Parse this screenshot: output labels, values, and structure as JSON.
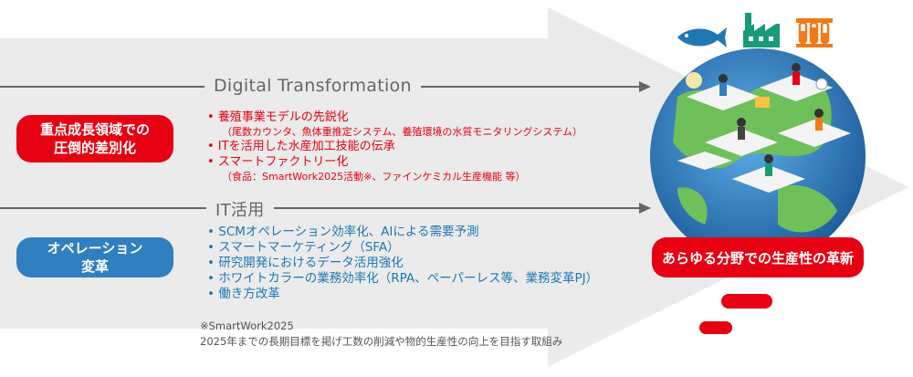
{
  "colors": {
    "accent_red": "#e60012",
    "accent_blue": "#2f7fc1",
    "arrow_gray": "#ebebeb",
    "line_gray": "#666666"
  },
  "sections": [
    {
      "title": "Digital Transformation",
      "label_lines": [
        "重点成長領域での",
        "圧倒的差別化"
      ],
      "items": [
        {
          "text": "• 養殖事業モデルの先鋭化",
          "sub": "（尾数カウンタ、魚体重推定システム、養殖環境の水質モニタリングシステム）"
        },
        {
          "text": "• ITを活用した水産加工技能の伝承",
          "sub": ""
        },
        {
          "text": "• スマートファクトリー化",
          "sub": "（食品：SmartWork2025活動※、ファインケミカル生産機能 等）"
        }
      ]
    },
    {
      "title": "IT活用",
      "label_lines": [
        "オペレーション",
        "変革"
      ],
      "items": [
        "• SCMオペレーション効率化、AIによる需要予測",
        "• スマートマーケティング（SFA）",
        "• 研究開発におけるデータ活用強化",
        "• ホワイトカラーの業務効率化（RPA、ペーパーレス等、業務変革PJ）",
        "• 働き方改革"
      ]
    }
  ],
  "notes": [
    "※SmartWork2025",
    "2025年までの長期目標を掲げ工数の削減や物的生産性の向上を目指す取組み"
  ],
  "goal": "あらゆる分野での生産性の革新",
  "icons": [
    "fish-icon",
    "factory-icon",
    "test-tubes-icon",
    "globe-illustration"
  ]
}
